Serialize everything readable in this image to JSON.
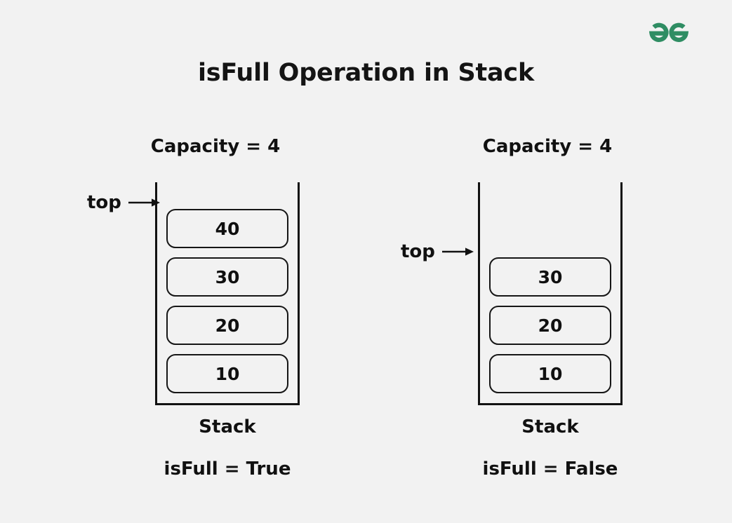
{
  "brand": {
    "logo_name": "geeksforgeeks-logo",
    "logo_color": "#2f8d63"
  },
  "title": "isFull Operation in Stack",
  "background_color": "#f2f2f2",
  "stroke_color": "#121212",
  "diagrams": [
    {
      "id": "stack-full",
      "capacity_label": "Capacity = 4",
      "capacity": 4,
      "pointer_label": "top",
      "pointer_target_value": "40",
      "items": [
        "40",
        "30",
        "20",
        "10"
      ],
      "empty_slots": 0,
      "caption": "Stack",
      "result": "isFull = True"
    },
    {
      "id": "stack-not-full",
      "capacity_label": "Capacity = 4",
      "capacity": 4,
      "pointer_label": "top",
      "pointer_target_value": "30",
      "items": [
        "30",
        "20",
        "10"
      ],
      "empty_slots": 1,
      "caption": "Stack",
      "result": "isFull = False"
    }
  ]
}
